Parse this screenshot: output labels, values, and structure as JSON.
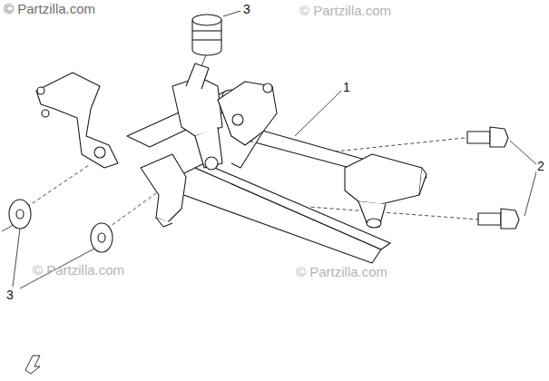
{
  "diagram": {
    "labels": [
      "© Partzilla.com",
      "© Partzilla.com",
      "© Partzilla.com",
      "© Partzilla.com",
      "3",
      "1",
      "2",
      "3"
    ]
  }
}
